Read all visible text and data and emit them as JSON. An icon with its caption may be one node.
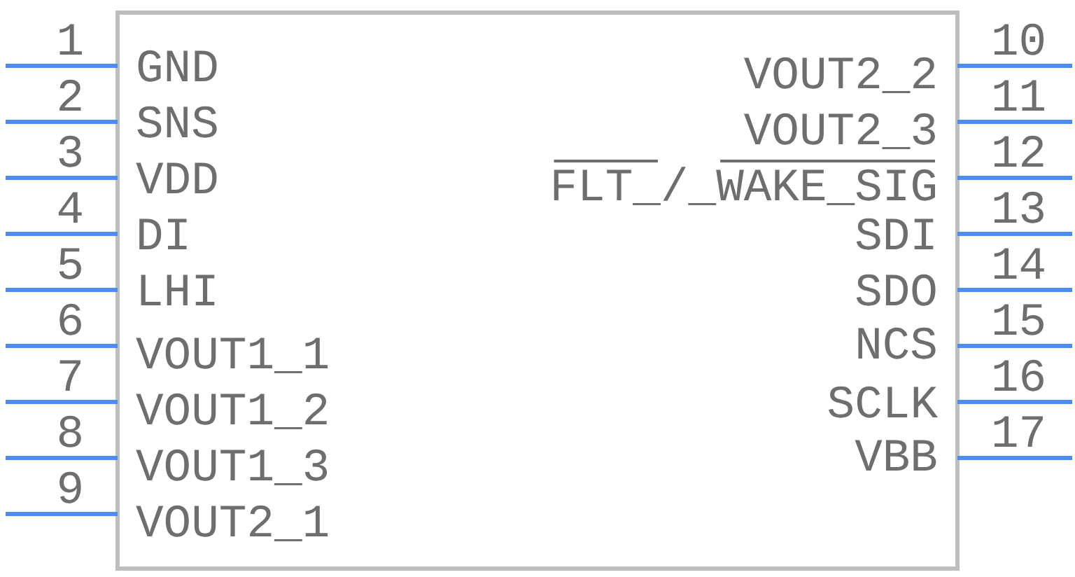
{
  "diagram": {
    "labels": [
      "1",
      "GND",
      "2",
      "SNS",
      "3",
      "VDD",
      "4",
      "DI",
      "5",
      "LHI",
      "6",
      "VOUT1_1",
      "7",
      "VOUT1_2",
      "8",
      "VOUT1_3",
      "9",
      "VOUT2_1",
      "10",
      "VOUT2_2",
      "11",
      "VOUT2_3",
      "12",
      "FLT_/_WAKE_SIG",
      "13",
      "SDI",
      "14",
      "SDO",
      "15",
      "NCS",
      "16",
      "SCLK",
      "17",
      "VBB"
    ]
  }
}
